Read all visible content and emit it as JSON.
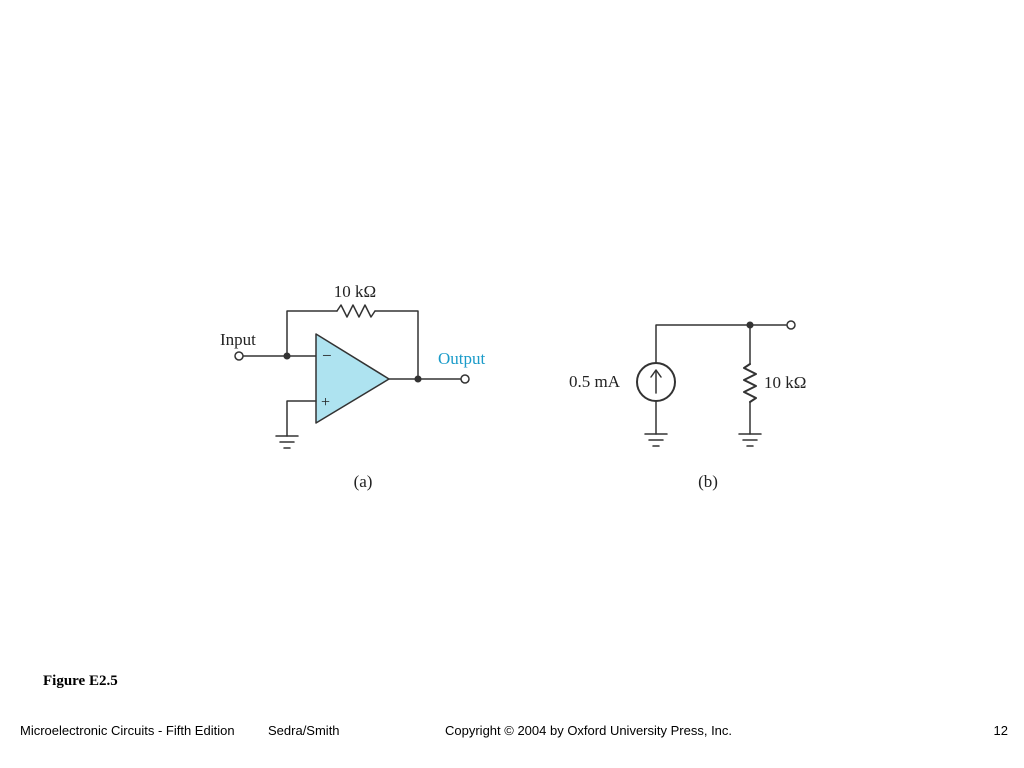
{
  "figure": {
    "caption": "Figure E2.5",
    "part_a": {
      "label": "(a)",
      "resistor_label": "10 kΩ",
      "input_label": "Input",
      "output_label": "Output",
      "minus_sign": "−",
      "plus_sign": "+"
    },
    "part_b": {
      "label": "(b)",
      "source_label": "0.5 mA",
      "resistor_label": "10 kΩ"
    }
  },
  "footer": {
    "book": "Microelectronic Circuits - Fifth Edition",
    "authors": "Sedra/Smith",
    "copyright": "Copyright © 2004 by Oxford University Press, Inc.",
    "page": "12"
  },
  "colors": {
    "opamp_fill": "#aee3f0",
    "output_text": "#1a9bc9",
    "wire": "#333333"
  }
}
